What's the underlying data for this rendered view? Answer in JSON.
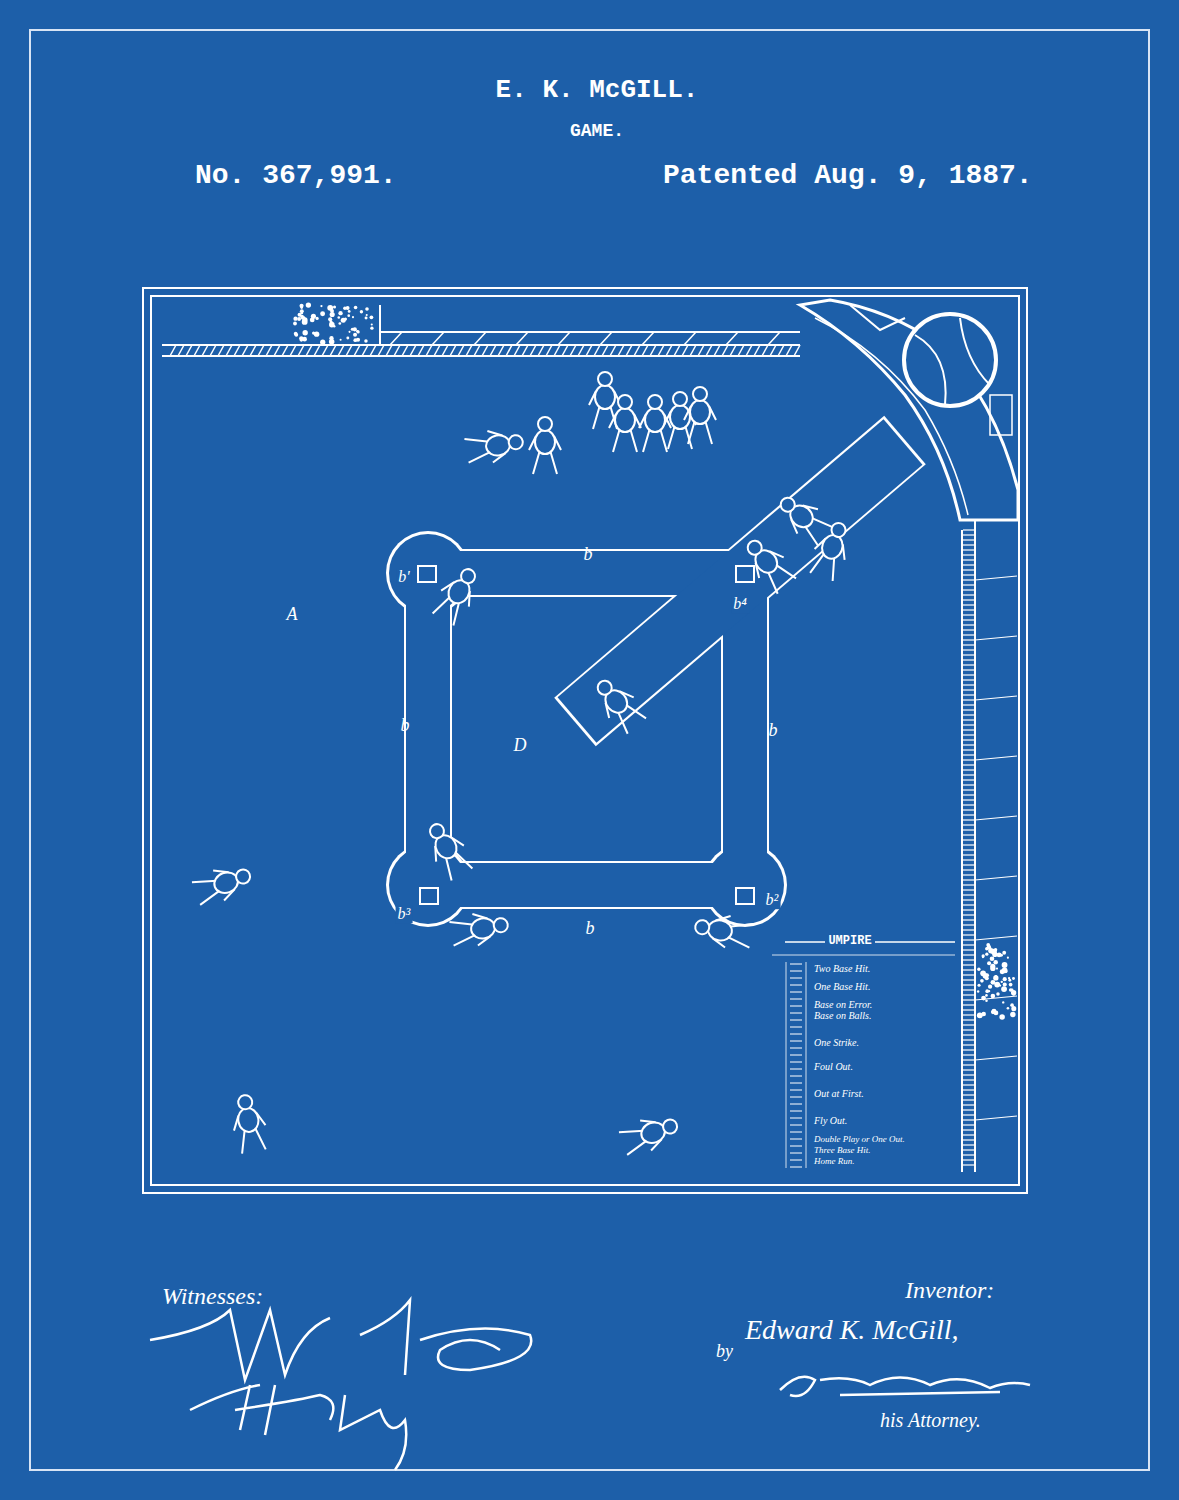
{
  "diagram": {
    "title": "E. K. McGILL.",
    "labels": [
      "GAME.",
      "No. 367,991.",
      "Patented Aug. 9, 1887.",
      "A",
      "D",
      "b",
      "b",
      "b",
      "b",
      "b'",
      "b⁴",
      "b³",
      "b²",
      "UMPIRE",
      "Two Base Hit.",
      "One Base Hit.",
      "Base on Error.",
      "Base on Balls.",
      "One Strike.",
      "Foul Out.",
      "Out at First.",
      "Fly Out.",
      "Double Play or One Out.",
      "Three Base Hit.",
      "Home Run.",
      "Witnesses:",
      "Inventor:",
      "by",
      "Edward K. McGill,",
      "his Attorney."
    ]
  }
}
